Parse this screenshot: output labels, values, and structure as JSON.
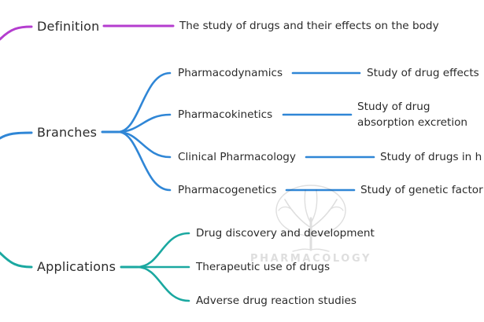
{
  "colors": {
    "definition": "#b43dcf",
    "branches": "#2f86d6",
    "applications": "#1aa8a0",
    "text": "#2b2b2b"
  },
  "watermark": {
    "icon": "tree-icon",
    "text": "PHARMACOLOGY"
  },
  "definition": {
    "label": "Definition",
    "detail": "The study of drugs and their effects on the body"
  },
  "branches": {
    "label": "Branches",
    "items": [
      {
        "label": "Pharmacodynamics",
        "detail": "Study of drug effects"
      },
      {
        "label": "Pharmacokinetics",
        "detail": "Study of drug absorption excretion"
      },
      {
        "label": "Clinical Pharmacology",
        "detail": "Study of drugs in h"
      },
      {
        "label": "Pharmacogenetics",
        "detail": "Study of genetic factor"
      }
    ]
  },
  "applications": {
    "label": "Applications",
    "items": [
      {
        "label": "Drug discovery and development"
      },
      {
        "label": "Therapeutic use of drugs"
      },
      {
        "label": "Adverse drug reaction studies"
      }
    ]
  }
}
